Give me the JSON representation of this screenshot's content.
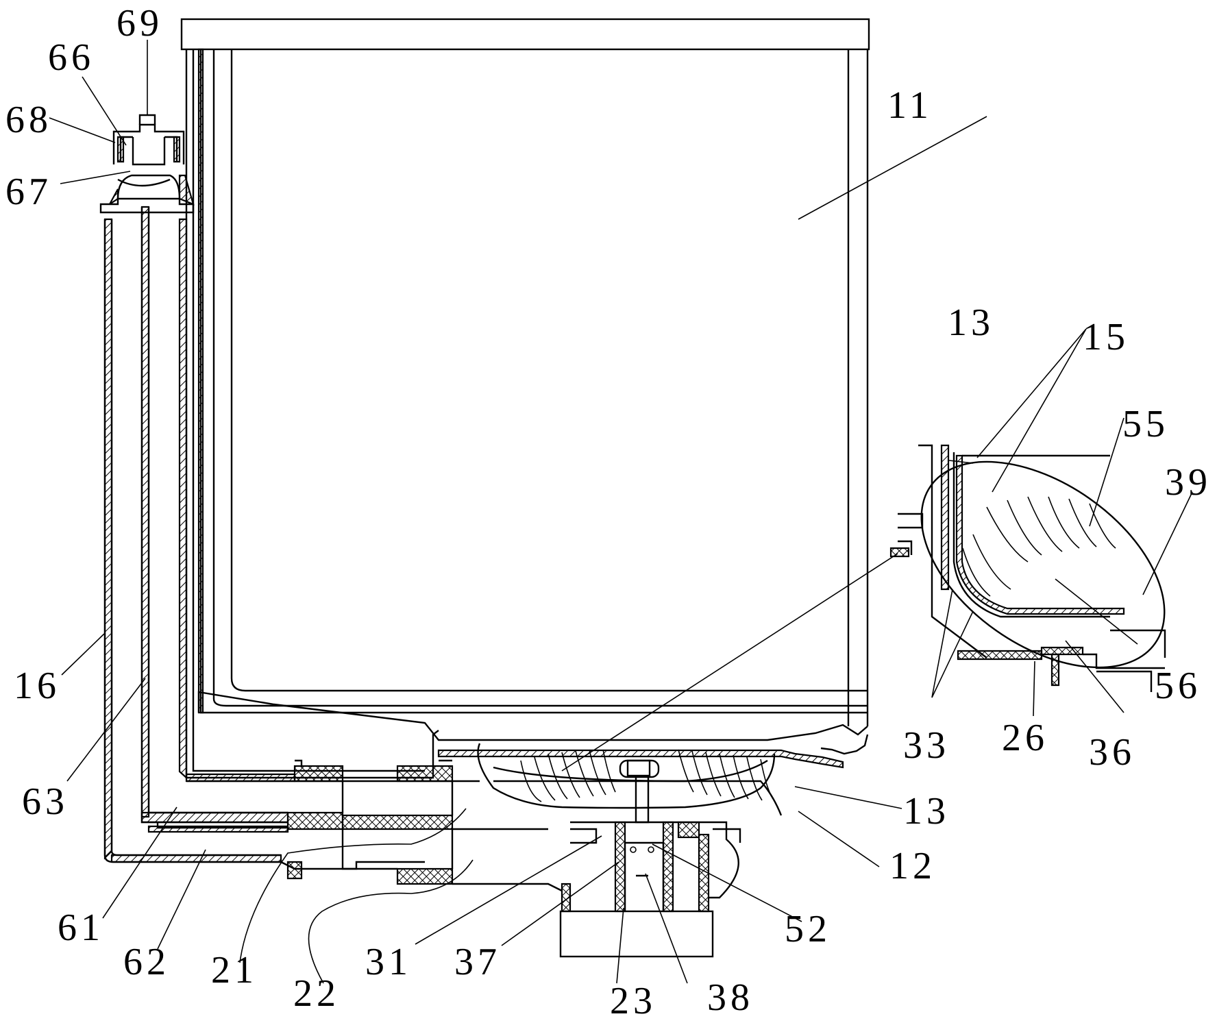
{
  "labels": {
    "l11": "11",
    "l12": "12",
    "l13a": "13",
    "l13b": "13",
    "l15": "15",
    "l16": "16",
    "l21": "21",
    "l22": "22",
    "l23": "23",
    "l26": "26",
    "l31": "31",
    "l33": "33",
    "l36": "36",
    "l37": "37",
    "l38": "38",
    "l39": "39",
    "l52": "52",
    "l55": "55",
    "l56": "56",
    "l61": "61",
    "l62": "62",
    "l63": "63",
    "l66": "66",
    "l67": "67",
    "l68": "68",
    "l69": "69"
  }
}
